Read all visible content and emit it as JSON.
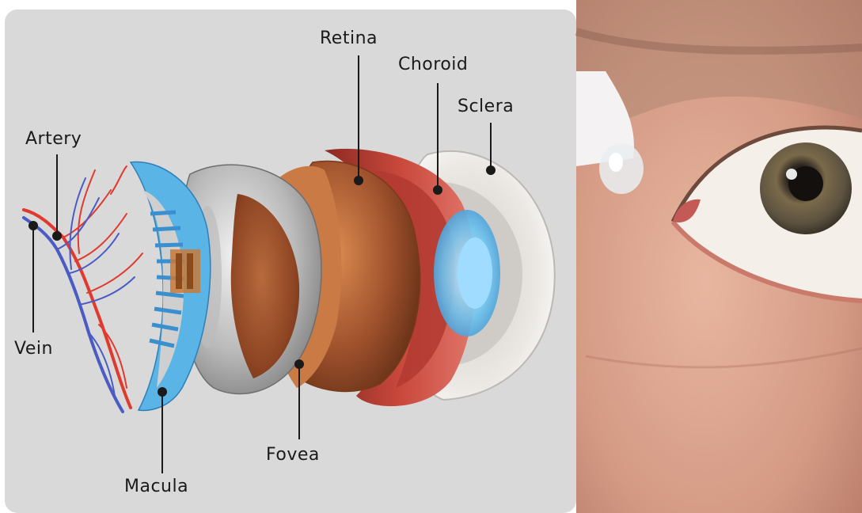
{
  "labels": {
    "retina": "Retina",
    "choroid": "Choroid",
    "sclera": "Sclera",
    "artery": "Artery",
    "vein": "Vein",
    "macula": "Macula",
    "fovea": "Fovea"
  },
  "colors": {
    "panel_bg": "#d9d9d9",
    "artery": "#e03a2e",
    "vein": "#4a5bc4",
    "macula_blue": "#5ab4e6",
    "retina_brown": "#a0522d",
    "choroid_red": "#c9483c",
    "sclera_white": "#f4f2ef",
    "skin": "#d9a28c"
  }
}
